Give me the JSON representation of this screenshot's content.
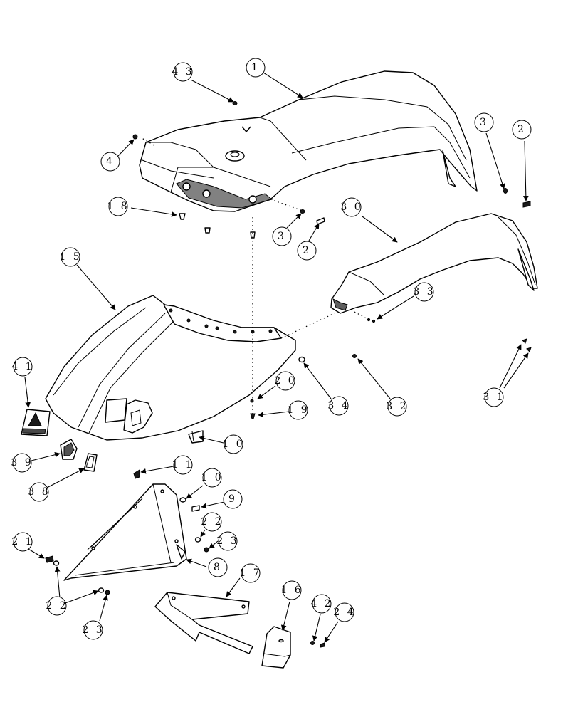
{
  "callouts": [
    {
      "id": "c1",
      "label": "1"
    },
    {
      "id": "c43",
      "label": "4 3"
    },
    {
      "id": "c4",
      "label": "4"
    },
    {
      "id": "c3a",
      "label": "3"
    },
    {
      "id": "c2a",
      "label": "2"
    },
    {
      "id": "c18",
      "label": "1 8"
    },
    {
      "id": "c3b",
      "label": "3"
    },
    {
      "id": "c2b",
      "label": "2"
    },
    {
      "id": "c30",
      "label": "3 0"
    },
    {
      "id": "c15",
      "label": "1 5"
    },
    {
      "id": "c33",
      "label": "3 3"
    },
    {
      "id": "c41",
      "label": "4 1"
    },
    {
      "id": "c20",
      "label": "2 0"
    },
    {
      "id": "c34",
      "label": "3 4"
    },
    {
      "id": "c32",
      "label": "3 2"
    },
    {
      "id": "c31",
      "label": "3 1"
    },
    {
      "id": "c19",
      "label": "1 9"
    },
    {
      "id": "c10a",
      "label": "1 0"
    },
    {
      "id": "c39",
      "label": "3 9"
    },
    {
      "id": "c11",
      "label": "1 1"
    },
    {
      "id": "c38",
      "label": "3 8"
    },
    {
      "id": "c10b",
      "label": "1 0"
    },
    {
      "id": "c9",
      "label": "9"
    },
    {
      "id": "c22a",
      "label": "2 2"
    },
    {
      "id": "c21",
      "label": "2 1"
    },
    {
      "id": "c23a",
      "label": "2 3"
    },
    {
      "id": "c8",
      "label": "8"
    },
    {
      "id": "c17",
      "label": "1 7"
    },
    {
      "id": "c16",
      "label": "1 6"
    },
    {
      "id": "c42",
      "label": "4 2"
    },
    {
      "id": "c24",
      "label": "2 4"
    },
    {
      "id": "c22b",
      "label": "2 2"
    },
    {
      "id": "c23b",
      "label": "2 3"
    }
  ]
}
